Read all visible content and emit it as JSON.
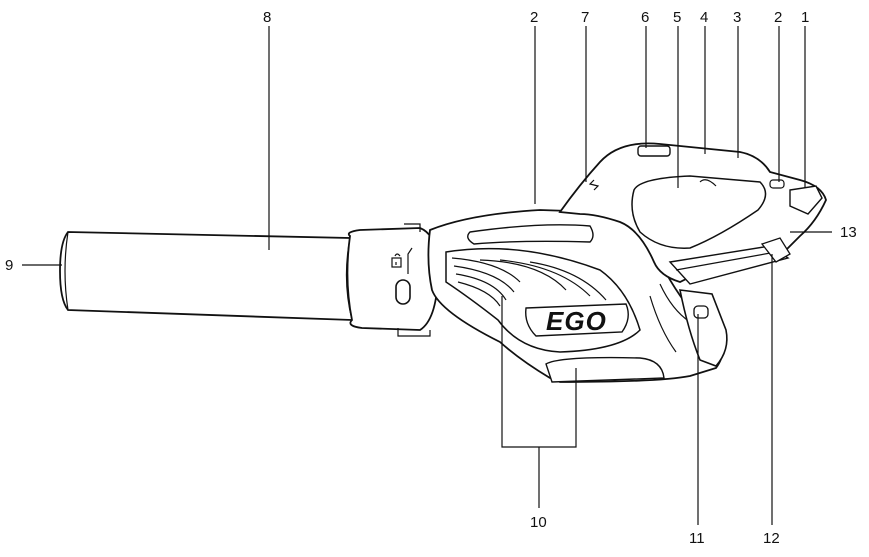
{
  "callouts": [
    {
      "id": "c-9",
      "text": "9"
    },
    {
      "id": "c-8",
      "text": "8"
    },
    {
      "id": "c-2a",
      "text": "2"
    },
    {
      "id": "c-7",
      "text": "7"
    },
    {
      "id": "c-6",
      "text": "6"
    },
    {
      "id": "c-5",
      "text": "5"
    },
    {
      "id": "c-4",
      "text": "4"
    },
    {
      "id": "c-3",
      "text": "3"
    },
    {
      "id": "c-2b",
      "text": "2"
    },
    {
      "id": "c-1",
      "text": "1"
    },
    {
      "id": "c-13",
      "text": "13"
    },
    {
      "id": "c-10",
      "text": "10"
    },
    {
      "id": "c-11",
      "text": "11"
    },
    {
      "id": "c-12",
      "text": "12"
    }
  ],
  "logo": {
    "text": "EGO"
  }
}
